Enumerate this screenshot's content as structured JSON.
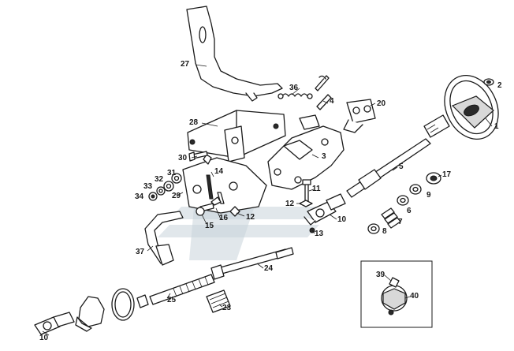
{
  "callouts": [
    {
      "id": "1",
      "text": "1"
    },
    {
      "id": "2",
      "text": "2"
    },
    {
      "id": "3",
      "text": "3"
    },
    {
      "id": "4",
      "text": "4"
    },
    {
      "id": "5",
      "text": "5"
    },
    {
      "id": "6",
      "text": "6"
    },
    {
      "id": "7",
      "text": "7"
    },
    {
      "id": "8",
      "text": "8"
    },
    {
      "id": "9",
      "text": "9"
    },
    {
      "id": "10a",
      "text": "10"
    },
    {
      "id": "10b",
      "text": "10"
    },
    {
      "id": "11",
      "text": "11"
    },
    {
      "id": "12a",
      "text": "12"
    },
    {
      "id": "12b",
      "text": "12"
    },
    {
      "id": "13",
      "text": "13"
    },
    {
      "id": "14",
      "text": "14"
    },
    {
      "id": "15",
      "text": "15"
    },
    {
      "id": "16",
      "text": "16"
    },
    {
      "id": "17",
      "text": "17"
    },
    {
      "id": "20",
      "text": "20"
    },
    {
      "id": "23",
      "text": "23"
    },
    {
      "id": "24",
      "text": "24"
    },
    {
      "id": "25",
      "text": "25"
    },
    {
      "id": "27",
      "text": "27"
    },
    {
      "id": "28",
      "text": "28"
    },
    {
      "id": "29",
      "text": "29"
    },
    {
      "id": "30",
      "text": "30"
    },
    {
      "id": "31",
      "text": "31"
    },
    {
      "id": "32",
      "text": "32"
    },
    {
      "id": "33",
      "text": "33"
    },
    {
      "id": "34",
      "text": "34"
    },
    {
      "id": "36",
      "text": "36"
    },
    {
      "id": "37",
      "text": "37"
    },
    {
      "id": "39",
      "text": "39"
    },
    {
      "id": "40",
      "text": "40"
    }
  ],
  "colors": {
    "line": "#1a1a1a",
    "watermark": "#c9d3da",
    "background": "#ffffff"
  }
}
